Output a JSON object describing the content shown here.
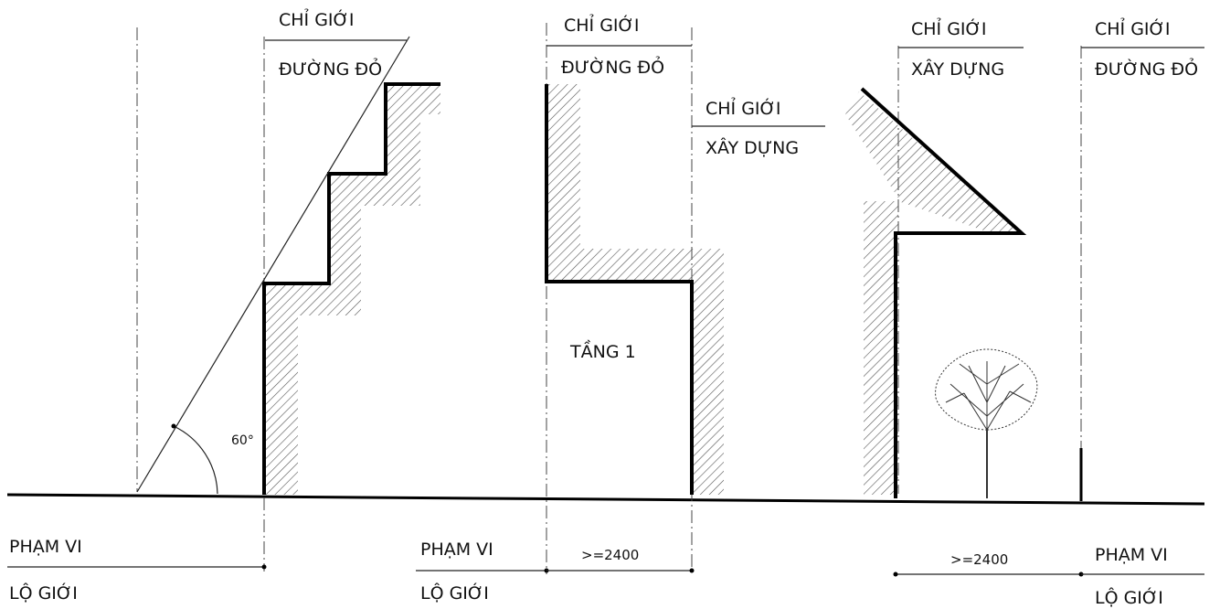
{
  "labels": {
    "line1": "CHỈ GIỚI",
    "line2_red": "ĐƯỜNG ĐỎ",
    "line2_build": "XÂY DỰNG",
    "scope1": "PHẠM VI",
    "scope2": "LỘ GIỚI",
    "floor1": "TẦNG 1",
    "angle": "60°",
    "dim1": ">=2400",
    "dim2": ">=2400"
  },
  "colors": {
    "ink": "#000000",
    "hatch": "#555555",
    "background": "#ffffff"
  }
}
